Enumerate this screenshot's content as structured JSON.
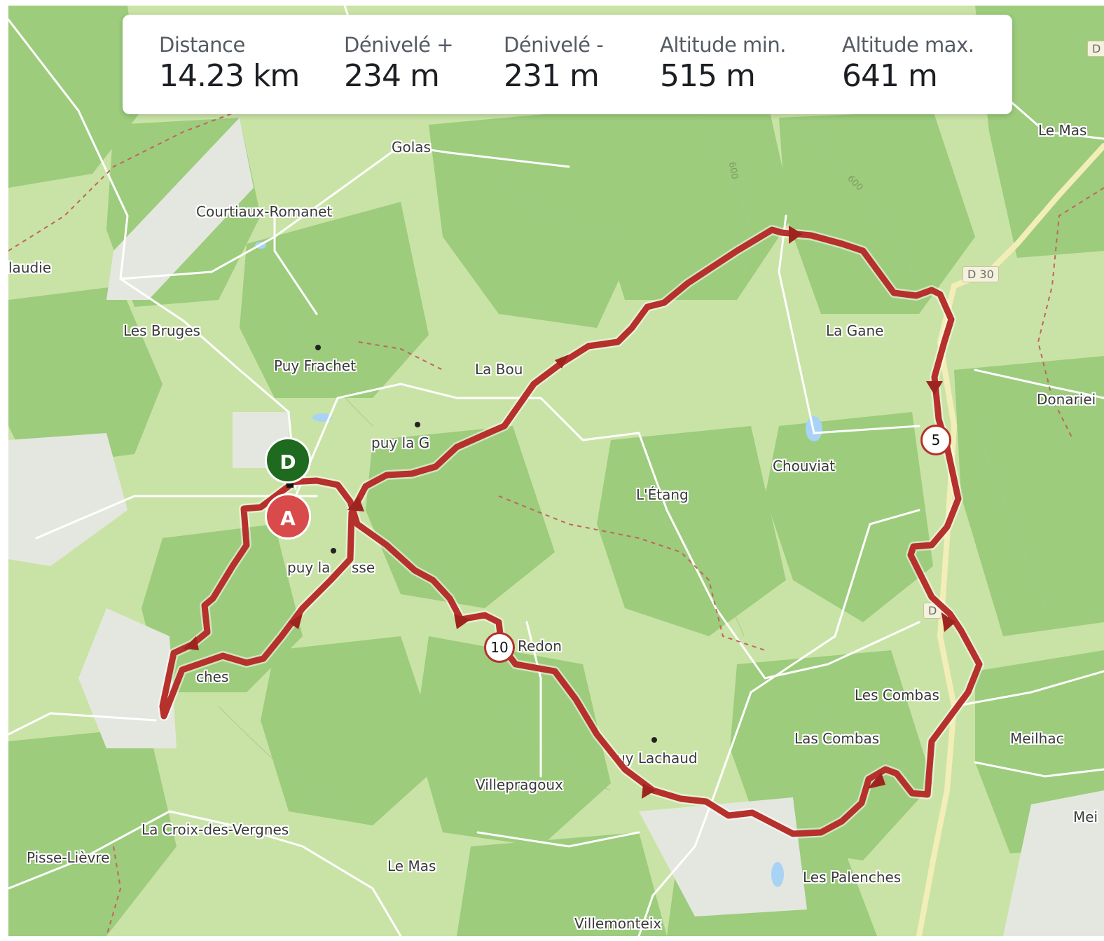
{
  "stats": [
    {
      "label": "Distance",
      "value": "14.23 km"
    },
    {
      "label": "Dénivelé +",
      "value": "234 m"
    },
    {
      "label": "Dénivelé -",
      "value": "231 m"
    },
    {
      "label": "Altitude min.",
      "value": "515 m"
    },
    {
      "label": "Altitude max.",
      "value": "641 m"
    }
  ],
  "markers": {
    "start": "D",
    "end": "A"
  },
  "km_markers": [
    "5",
    "10"
  ],
  "places": [
    "Golas",
    "Courtiaux-Romanet",
    "laudie",
    "Les Bruges",
    "Puy Frachet",
    "La Bou",
    "puy la G",
    "puy la",
    "sse",
    "La Gane",
    "Donariei",
    "Chouviat",
    "L'Étang",
    "Redon",
    "ches",
    "Les Combas",
    "Las Combas",
    "Meilhac",
    "uy Lachaud",
    "Villepragoux",
    "La Croix-des-Vergnes",
    "Pisse-Lièvre",
    "Le Mas",
    "Les Palenches",
    "Villemonteix",
    "Le Mas",
    "Mei"
  ],
  "roads": [
    "D 30",
    "D",
    "D"
  ],
  "contours": [
    "600",
    "600"
  ],
  "colors": {
    "route": "#b6302c",
    "start": "#1e6a1e",
    "end": "#d94a4a",
    "forest": "#9ccc7c",
    "meadow": "#c9e3a6"
  }
}
